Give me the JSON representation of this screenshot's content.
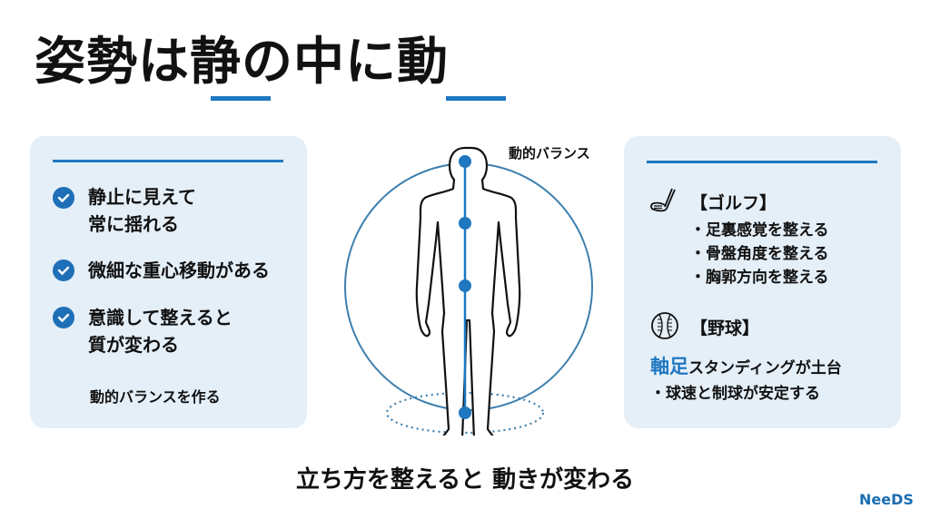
{
  "title": {
    "text": "姿勢は静の中に動"
  },
  "left_panel": {
    "items": [
      {
        "lines": [
          "静止に見えて",
          "常に揺れる"
        ]
      },
      {
        "lines": [
          "微細な重心移動がある"
        ]
      },
      {
        "lines": [
          "意識して整えると",
          "質が変わる"
        ]
      }
    ],
    "footer": "動的バランスを作る"
  },
  "center": {
    "label": "動的バランス"
  },
  "right_panel": {
    "golf": {
      "heading": "【ゴルフ】",
      "bullets": [
        "・足裏感覚を整える",
        "・骨盤角度を整える",
        "・胸郭方向を整える"
      ]
    },
    "baseball": {
      "heading": "【野球】",
      "emphasis": "軸足",
      "line_rest": "スタンディングが土台",
      "bullet": "・球速と制球が安定する"
    }
  },
  "bottom": {
    "caption": "立ち方を整えると 動きが変わる"
  },
  "brand": {
    "logo": "NeeDS"
  },
  "colors": {
    "accent": "#1f77c0",
    "panel": "#e4eff8"
  }
}
